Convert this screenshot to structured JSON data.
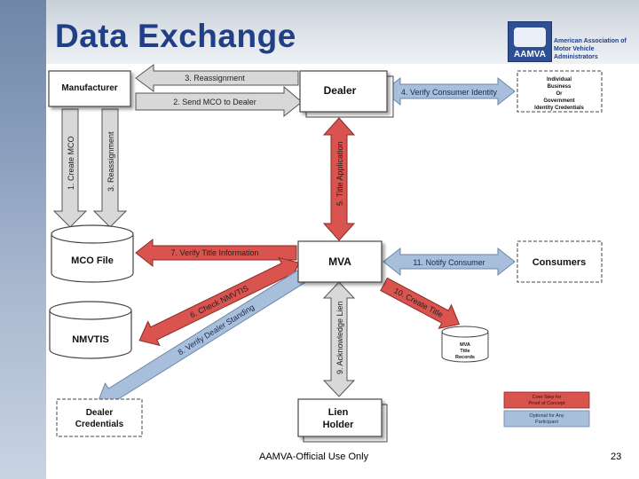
{
  "slide": {
    "title": "Data Exchange",
    "footer": "AAMVA-Official Use Only",
    "page_number": "23"
  },
  "logo": {
    "abbr": "AAMVA",
    "line1": "American Association of",
    "line2": "Motor Vehicle Administrators"
  },
  "nodes": {
    "manufacturer": "Manufacturer",
    "dealer": "Dealer",
    "individual_line1": "Individual",
    "individual_line2": "Business",
    "individual_line3": "Or",
    "individual_line4": "Government",
    "individual_line5": "Identity Credentials",
    "mco_file": "MCO File",
    "mva": "MVA",
    "consumers": "Consumers",
    "nmvtis": "NMVTIS",
    "title_records_line1": "MVA",
    "title_records_line2": "Title",
    "title_records_line3": "Records",
    "dealer_credentials_line1": "Dealer",
    "dealer_credentials_line2": "Credentials",
    "lien_holder_line1": "Lien",
    "lien_holder_line2": "Holder"
  },
  "steps": {
    "s1": "1. Create MCO",
    "s2": "2. Send MCO to Dealer",
    "s3a": "3. Reassignment",
    "s3b": "3. Reassignment",
    "s4": "4. Verify Consumer Identity",
    "s5": "5. Title Application",
    "s6": "6. Check NMVTIS",
    "s7": "7. Verify Title Information",
    "s8": "8. Verify Dealer Standing",
    "s9": "9. Acknowledge Lien",
    "s10": "10. Create Title",
    "s11": "11. Notify Consumer"
  },
  "legend": {
    "core_line1": "Core Step for",
    "core_line2": "Proof of Concept",
    "optional_line1": "Optional for Any",
    "optional_line2": "Participant"
  },
  "colors": {
    "title": "#1f3f86",
    "core_arrow": "#d9534f",
    "optional_arrow": "#a8bfdc",
    "neutral_arrow": "#d8d8d8"
  }
}
